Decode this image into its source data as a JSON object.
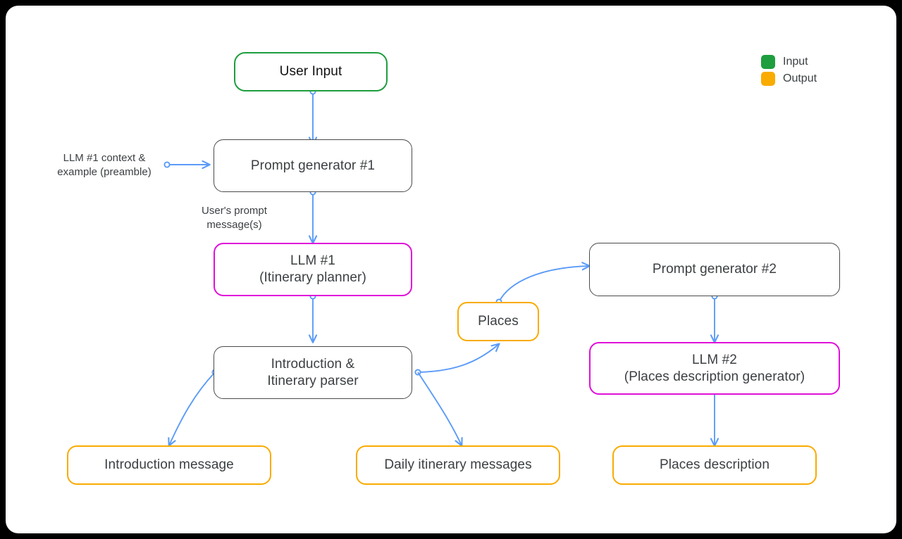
{
  "canvas": {
    "background": "#ffffff",
    "outer_background": "#000000"
  },
  "legend": {
    "items": [
      {
        "label": "Input",
        "color": "#1e9e3e"
      },
      {
        "label": "Output",
        "color": "#f9ab00"
      }
    ]
  },
  "nodes": {
    "user_input": {
      "label": "User Input",
      "type": "input",
      "color": "#1e9e3e"
    },
    "prompt_gen_1": {
      "label": "Prompt generator #1",
      "type": "process",
      "color": "#4a4a4a"
    },
    "llm_1": {
      "label": "LLM #1\n(Itinerary planner)",
      "type": "llm",
      "color": "#e010d8"
    },
    "parser": {
      "label": "Introduction &\nItinerary parser",
      "type": "process",
      "color": "#4a4a4a"
    },
    "places": {
      "label": "Places",
      "type": "output",
      "color": "#f9ab00"
    },
    "prompt_gen_2": {
      "label": "Prompt generator #2",
      "type": "process",
      "color": "#4a4a4a"
    },
    "llm_2": {
      "label": "LLM #2\n(Places description generator)",
      "type": "llm",
      "color": "#e010d8"
    },
    "introduction_message": {
      "label": "Introduction message",
      "type": "output",
      "color": "#f9ab00"
    },
    "daily_itinerary_messages": {
      "label": "Daily itinerary messages",
      "type": "output",
      "color": "#f9ab00"
    },
    "places_description": {
      "label": "Places description",
      "type": "output",
      "color": "#f9ab00"
    }
  },
  "edge_labels": {
    "preamble": "LLM #1 context &\nexample (preamble)",
    "user_prompt": "User's prompt\nmessage(s)"
  },
  "edges": {
    "color": "#5b9bf8",
    "list": [
      {
        "from": "user_input",
        "to": "prompt_gen_1"
      },
      {
        "from": "preamble",
        "to": "prompt_gen_1"
      },
      {
        "from": "prompt_gen_1",
        "to": "llm_1"
      },
      {
        "from": "llm_1",
        "to": "parser"
      },
      {
        "from": "parser",
        "to": "introduction_message"
      },
      {
        "from": "parser",
        "to": "places"
      },
      {
        "from": "parser",
        "to": "daily_itinerary_messages"
      },
      {
        "from": "places",
        "to": "prompt_gen_2"
      },
      {
        "from": "prompt_gen_2",
        "to": "llm_2"
      },
      {
        "from": "llm_2",
        "to": "places_description"
      }
    ]
  }
}
